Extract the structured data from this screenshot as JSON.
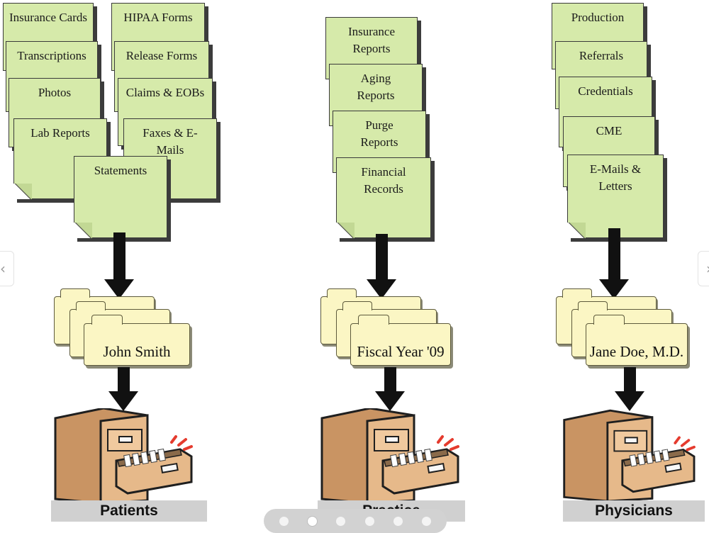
{
  "columns": {
    "patients": {
      "docs": [
        "Insurance Cards",
        "HIPAA Forms",
        "Transcriptions",
        "Release Forms",
        "Photos",
        "Claims & EOBs",
        "Lab Reports",
        "Faxes & E-Mails",
        "Statements"
      ],
      "folder": "John Smith",
      "cabinet": "Patients"
    },
    "practice": {
      "docs": [
        "Insurance Reports",
        "Aging Reports",
        "Purge Reports",
        "Financial Records"
      ],
      "folder": "Fiscal Year '09",
      "cabinet": "Practice"
    },
    "physicians": {
      "docs": [
        "Production",
        "Referrals",
        "Credentials",
        "CME",
        "E-Mails & Letters"
      ],
      "folder": "Jane Doe, M.D.",
      "cabinet": "Physicians"
    }
  },
  "nav": {
    "prev_icon": "chevron-left-icon",
    "next_icon": "chevron-right-icon"
  },
  "carousel": {
    "count": 6,
    "active_index": 1
  }
}
